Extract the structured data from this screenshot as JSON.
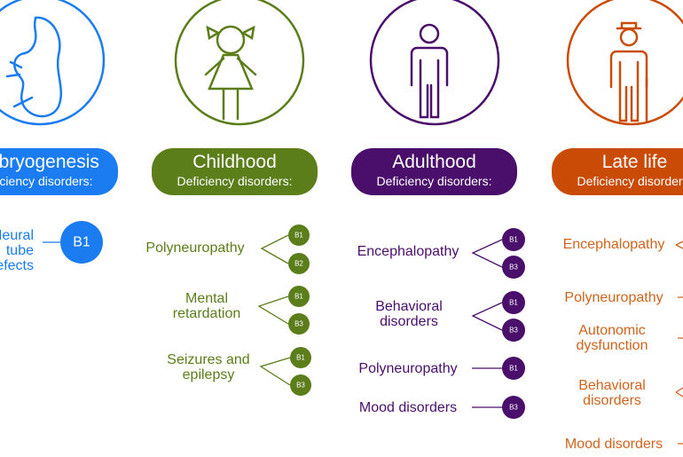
{
  "colors": {
    "embryogenesis": "#1a7cf0",
    "childhood": "#5b7d1a",
    "adulthood": "#4a0f6b",
    "late_life": "#c94b06",
    "late_life_text": "#d0641e"
  },
  "stages": [
    {
      "title": "Embryogenesis",
      "subtitle": "Deficiency disorders:",
      "icon": "embryo-icon",
      "disorders": [
        {
          "name": "Neural tube defects",
          "vitamins": [
            "B1"
          ]
        }
      ]
    },
    {
      "title": "Childhood",
      "subtitle": "Deficiency disorders:",
      "icon": "girl-icon",
      "disorders": [
        {
          "name": "Polyneuropathy",
          "vitamins": [
            "B1",
            "B2"
          ]
        },
        {
          "name": "Mental retardation",
          "vitamins": [
            "B1",
            "B3"
          ]
        },
        {
          "name": "Seizures and epilepsy",
          "vitamins": [
            "B1",
            "B3"
          ]
        }
      ]
    },
    {
      "title": "Adulthood",
      "subtitle": "Deficiency disorders:",
      "icon": "man-icon",
      "disorders": [
        {
          "name": "Encephalopathy",
          "vitamins": [
            "B1",
            "B3"
          ]
        },
        {
          "name": "Behavioral disorders",
          "vitamins": [
            "B1",
            "B3"
          ]
        },
        {
          "name": "Polyneuropathy",
          "vitamins": [
            "B1"
          ]
        },
        {
          "name": "Mood disorders",
          "vitamins": [
            "B3"
          ]
        }
      ]
    },
    {
      "title": "Late life",
      "subtitle": "Deficiency disorders:",
      "icon": "elderly-man-icon",
      "disorders": [
        {
          "name": "Encephalopathy"
        },
        {
          "name": "Polyneuropathy"
        },
        {
          "name": "Autonomic dysfunction"
        },
        {
          "name": "Behavioral disorders"
        },
        {
          "name": "Mood disorders"
        }
      ]
    }
  ]
}
